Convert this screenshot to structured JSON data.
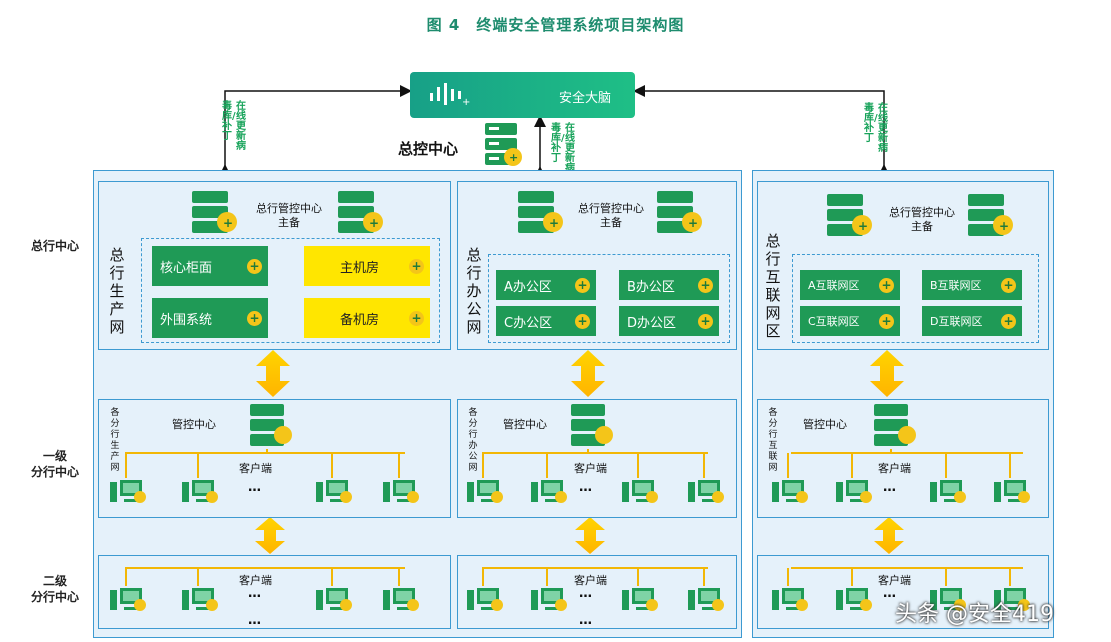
{
  "title": "图 4　终端安全管理系统项目架构图",
  "levels": {
    "hq": "总行中心",
    "l1": "一级\n分行中心",
    "l2": "二级\n分行中心"
  },
  "brain": {
    "label": "安全大脑"
  },
  "control_center": "总控中心",
  "update_label": "在线更新病毒库/补丁",
  "columns": {
    "prod": {
      "title": "总行生产网",
      "mgr": "总行管控中心\n主备",
      "zones": [
        "核心柜面",
        "主机房",
        "外围系统",
        "备机房"
      ],
      "branch": "各分行生产网"
    },
    "office": {
      "title": "总行办公网",
      "mgr": "总行管控中心\n主备",
      "zones": [
        "A办公区",
        "B办公区",
        "C办公区",
        "D办公区"
      ],
      "branch": "各分行办公网"
    },
    "inet": {
      "title": "总行互联网区",
      "mgr": "总行管控中心\n主备",
      "zones": [
        "A互联网区",
        "B互联网区",
        "C互联网区",
        "D互联网区"
      ],
      "branch": "各分行互联网"
    }
  },
  "branch_mgr": "管控中心",
  "client": "客户端",
  "ellipsis": "…",
  "watermark": "头条 @安全419",
  "colors": {
    "accent": "#1f9a56",
    "border": "#3d9ad1",
    "yellow": "#ffe600",
    "fill": "#e5f1fa"
  }
}
